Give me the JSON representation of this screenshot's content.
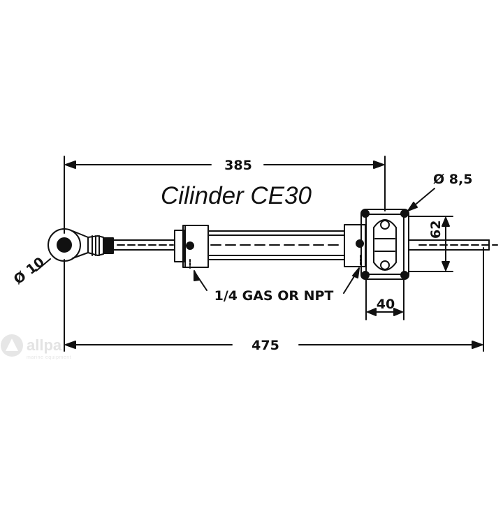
{
  "title": "Cilinder CE30",
  "dimensions": {
    "top_length": "385",
    "overall_length": "475",
    "hole_diameter": "Ø 8,5",
    "mount_height": "62",
    "mount_width": "40",
    "eye_diameter": "Ø 10"
  },
  "port_label": "1/4 GAS OR NPT",
  "watermark": {
    "brand": "allpa",
    "tagline": "marine equipment"
  },
  "colors": {
    "line": "#111111",
    "background": "#ffffff",
    "watermark": "#e3e3e3"
  }
}
